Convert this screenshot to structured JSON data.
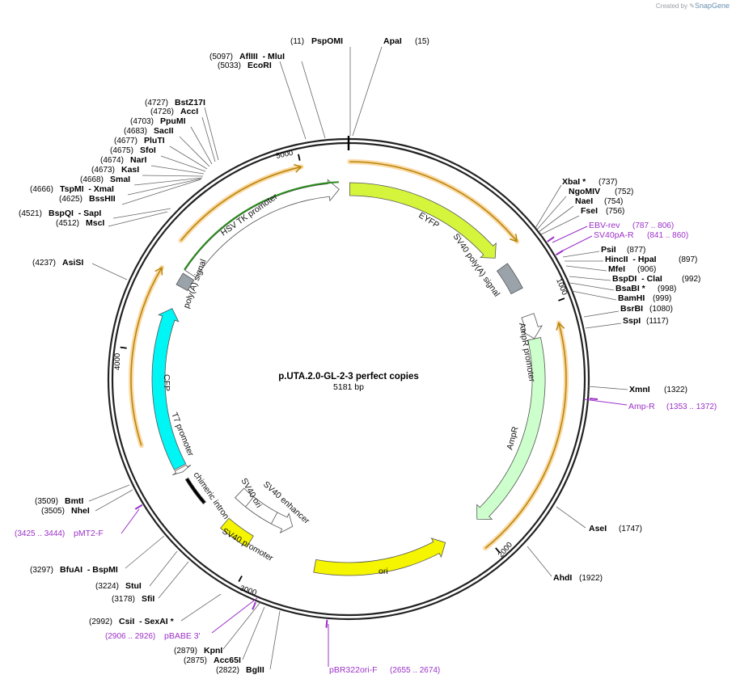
{
  "credit": {
    "prefix": "Created by",
    "brand": "SnapGene"
  },
  "plasmid": {
    "name": "p.UTA.2.0-GL-2-3 perfect copies",
    "length_label": "5181 bp",
    "length": 5181
  },
  "ticks": [
    {
      "pos": 1000,
      "label": "1000"
    },
    {
      "pos": 2000,
      "label": "2000"
    },
    {
      "pos": 3000,
      "label": "3000"
    },
    {
      "pos": 4000,
      "label": "4000"
    },
    {
      "pos": 5000,
      "label": "5000"
    }
  ],
  "features": [
    {
      "name": "EYFP",
      "start": 5,
      "end": 726,
      "color": "#d4f53c",
      "arrow": true,
      "dir": 1,
      "lane": 0,
      "label": "EYFP"
    },
    {
      "name": "SV40 poly(A) signal",
      "start": 776,
      "end": 897,
      "color": "#9aa2aa",
      "arrow": false,
      "dir": 1,
      "lane": 0,
      "label": "SV40 poly(A) signal"
    },
    {
      "name": "AmpR promoter",
      "start": 1014,
      "end": 1118,
      "color": "#ffffff",
      "arrow": true,
      "dir": 1,
      "lane": 0,
      "label": "AmpR promoter"
    },
    {
      "name": "AmpR",
      "start": 1119,
      "end": 1979,
      "color": "#ccffcc",
      "arrow": true,
      "dir": 1,
      "lane": 0,
      "label": "AmpR"
    },
    {
      "name": "ori",
      "start": 2150,
      "end": 2738,
      "color": "#f5f500",
      "arrow": true,
      "dir": -1,
      "lane": 0,
      "label": "ori"
    },
    {
      "name": "SV40 promoter",
      "start": 2890,
      "end": 3220,
      "color": "#ffffff",
      "arrow": true,
      "dir": -1,
      "lane": 1,
      "label": "SV40 promoter"
    },
    {
      "name": "SV40 ori",
      "start": 3040,
      "end": 3176,
      "color": "#f5f500",
      "arrow": false,
      "dir": 1,
      "lane": 0,
      "label": "SV40 ori"
    },
    {
      "name": "SV40 enhancer",
      "start": 2995,
      "end": 3150,
      "color": "#ffffff",
      "arrow": false,
      "dir": 1,
      "lane": 1,
      "label": "SV40 enhancer"
    },
    {
      "name": "chimeric intron",
      "start": 3300,
      "end": 3430,
      "color": "#000000",
      "arrow": false,
      "dir": 1,
      "lane": 0,
      "label": "chimeric intron"
    },
    {
      "name": "T7 promoter",
      "start": 3465,
      "end": 3484,
      "color": "#ffffff",
      "arrow": true,
      "dir": -1,
      "lane": 0,
      "label": "T7 promoter"
    },
    {
      "name": "CFP",
      "start": 3490,
      "end": 4200,
      "color": "#00f5f5",
      "arrow": true,
      "dir": 1,
      "lane": 0,
      "label": "CFP"
    },
    {
      "name": "poly(A) signal",
      "start": 4300,
      "end": 4355,
      "color": "#9aa2aa",
      "arrow": false,
      "dir": 1,
      "lane": 0,
      "label": "poly(A) signal"
    },
    {
      "name": "HSV TK promoter",
      "start": 4370,
      "end": 5140,
      "color": "#ffffff",
      "arrow": true,
      "dir": 1,
      "lane": 0,
      "label": "HSV TK promoter"
    }
  ],
  "orfs": [
    {
      "start": 4,
      "end": 730,
      "dir": 1
    },
    {
      "start": 1080,
      "end": 2030,
      "dir": -1
    },
    {
      "start": 3630,
      "end": 4330,
      "dir": 1
    },
    {
      "start": 4455,
      "end": 5000,
      "dir": 1
    }
  ],
  "enzymes": [
    {
      "name": "PspOMI",
      "pos": "(11)"
    },
    {
      "name": "ApaI",
      "pos": "(15)"
    },
    {
      "name": "AflIII  - MluI",
      "pos": "(5097)"
    },
    {
      "name": "EcoRI",
      "pos": "(5033)"
    },
    {
      "name": "BstZ17I",
      "pos": "(4727)"
    },
    {
      "name": "AccI",
      "pos": "(4726)"
    },
    {
      "name": "PpuMI",
      "pos": "(4703)"
    },
    {
      "name": "SacII",
      "pos": "(4683)"
    },
    {
      "name": "PluTI",
      "pos": "(4677)"
    },
    {
      "name": "SfoI",
      "pos": "(4675)"
    },
    {
      "name": "NarI",
      "pos": "(4674)"
    },
    {
      "name": "KasI",
      "pos": "(4673)"
    },
    {
      "name": "SmaI",
      "pos": "(4668)"
    },
    {
      "name": "TspMI  - XmaI",
      "pos": "(4666)"
    },
    {
      "name": "BssHII",
      "pos": "(4625)"
    },
    {
      "name": "BspQI  - SapI",
      "pos": "(4521)"
    },
    {
      "name": "MscI",
      "pos": "(4512)"
    },
    {
      "name": "AsiSI",
      "pos": "(4237)"
    },
    {
      "name": "XbaI *",
      "pos": "(737)"
    },
    {
      "name": "NgoMIV",
      "pos": "(752)"
    },
    {
      "name": "NaeI",
      "pos": "(754)"
    },
    {
      "name": "FseI",
      "pos": "(756)"
    },
    {
      "name": "PsiI",
      "pos": "(877)"
    },
    {
      "name": "HincII  - HpaI",
      "pos": "(897)"
    },
    {
      "name": "MfeI",
      "pos": "(906)"
    },
    {
      "name": "BspDI  - ClaI",
      "pos": "(992)"
    },
    {
      "name": "BsaBI *",
      "pos": "(998)"
    },
    {
      "name": "BamHI",
      "pos": "(999)"
    },
    {
      "name": "BsrBI",
      "pos": "(1080)"
    },
    {
      "name": "SspI",
      "pos": "(1117)"
    },
    {
      "name": "XmnI",
      "pos": "(1322)"
    },
    {
      "name": "AseI",
      "pos": "(1747)"
    },
    {
      "name": "AhdI",
      "pos": "(1922)"
    },
    {
      "name": "BmtI",
      "pos": "(3509)"
    },
    {
      "name": "NheI",
      "pos": "(3505)"
    },
    {
      "name": "BfuAI  - BspMI",
      "pos": "(3297)"
    },
    {
      "name": "StuI",
      "pos": "(3224)"
    },
    {
      "name": "SfiI",
      "pos": "(3178)"
    },
    {
      "name": "CsiI  - SexAI *",
      "pos": "(2992)"
    },
    {
      "name": "KpnI",
      "pos": "(2879)"
    },
    {
      "name": "Acc65I",
      "pos": "(2875)"
    },
    {
      "name": "BglII",
      "pos": "(2822)"
    }
  ],
  "primers": [
    {
      "name": "EBV-rev",
      "range": "(787 .. 806)"
    },
    {
      "name": "SV40pA-R",
      "range": "(841 .. 860)"
    },
    {
      "name": "Amp-R",
      "range": "(1353 .. 1372)"
    },
    {
      "name": "pMT2-F",
      "range": "(3425 .. 3444)"
    },
    {
      "name": "pBABE 3'",
      "range": "(2906 .. 2926)"
    },
    {
      "name": "pBR322ori-F",
      "range": "(2655 .. 2674)"
    }
  ],
  "colors": {
    "backbone": "#222222",
    "primer": "#9b30c8",
    "orf": "#b8860b",
    "orf_glow": "#fbd9a4"
  }
}
